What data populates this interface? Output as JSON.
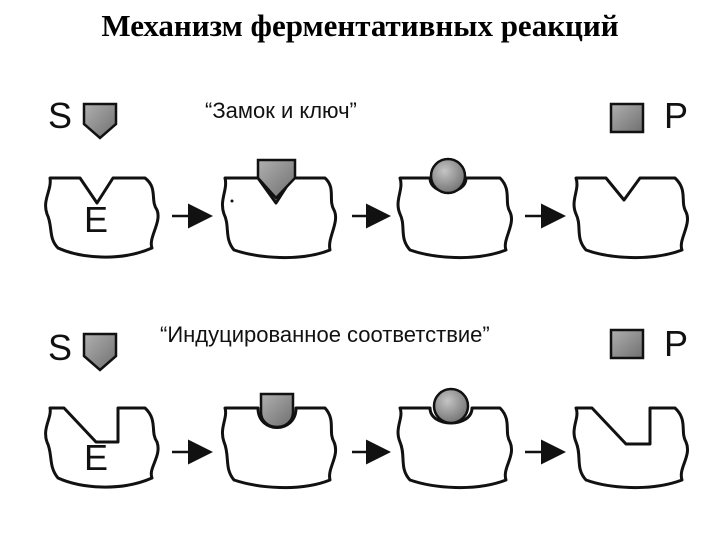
{
  "title": "Механизм ферментативных реакций",
  "rows": [
    {
      "caption": "“Замок и ключ”",
      "substrate_label": "S",
      "product_label": "P",
      "enzyme_label": "E"
    },
    {
      "caption": "“Индуцированное соответствие”",
      "substrate_label": "S",
      "product_label": "P",
      "enzyme_label": "E"
    }
  ],
  "colors": {
    "substrate_fill": "#8c8c8c",
    "product_fill": "#8c8c8c",
    "outline": "#111111"
  }
}
